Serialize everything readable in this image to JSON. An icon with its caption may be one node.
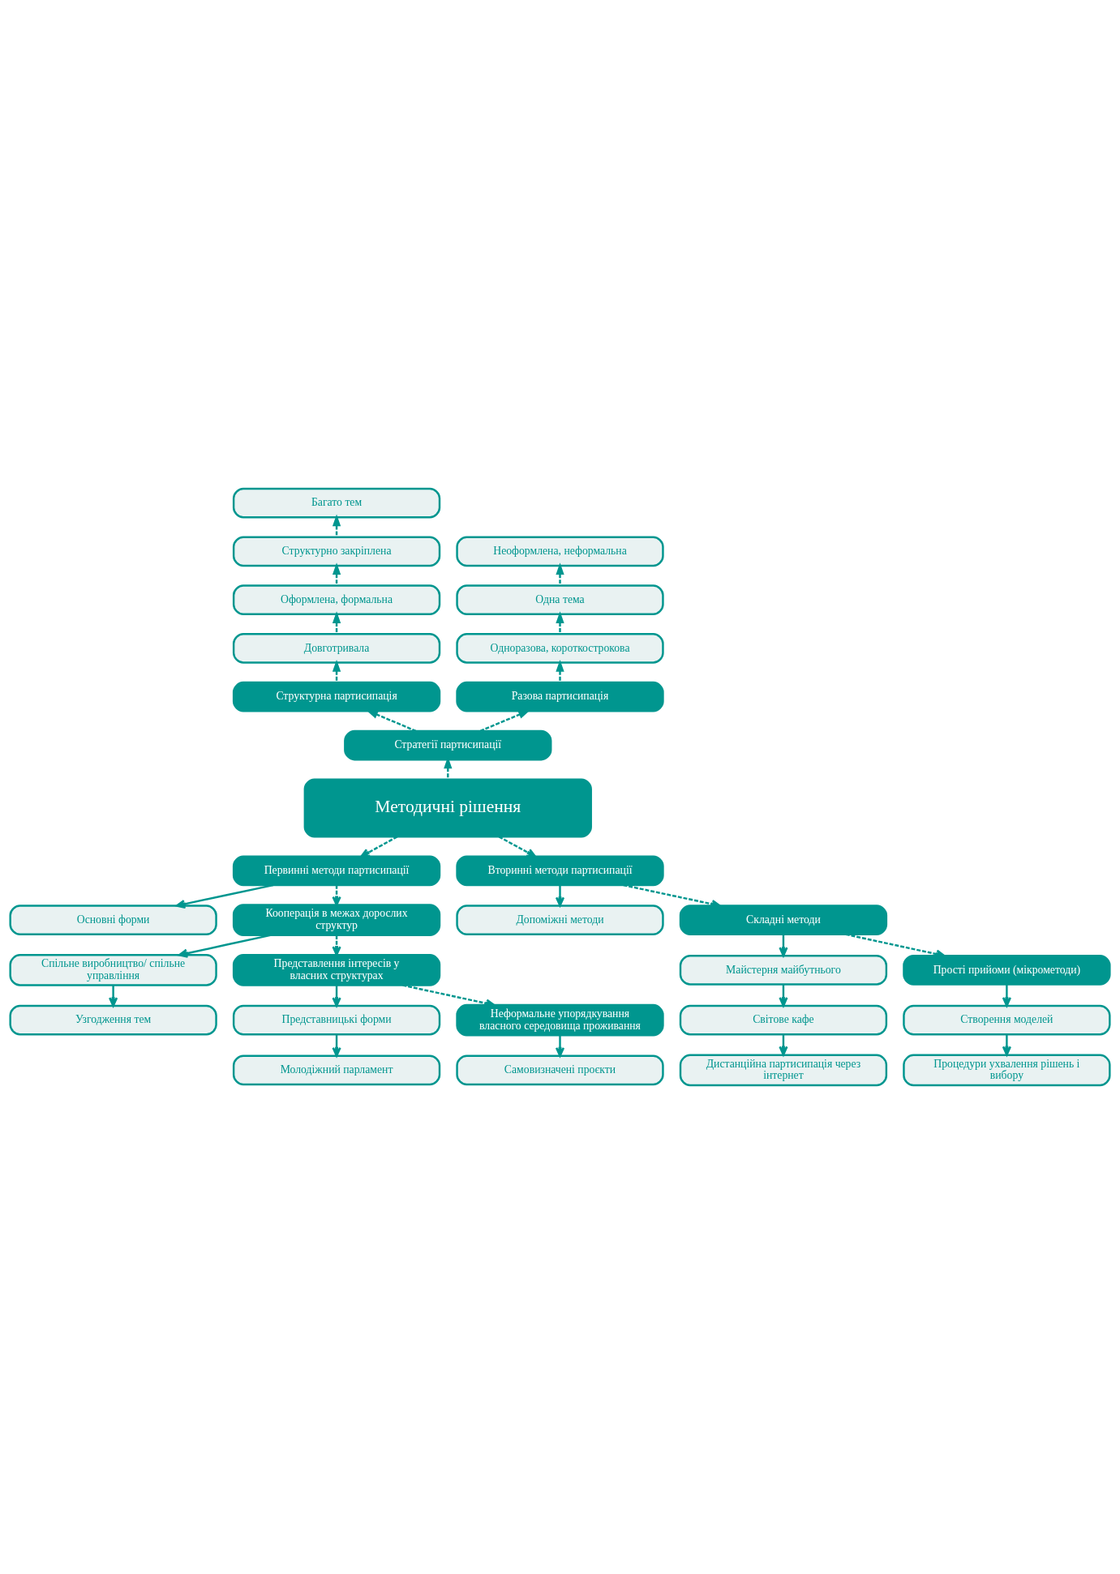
{
  "diagram": {
    "nodes": [
      {
        "text": [
          "Багато тем"
        ]
      },
      {
        "text": [
          "Структурно закріплена"
        ]
      },
      {
        "text": [
          "Оформлена, формальна"
        ]
      },
      {
        "text": [
          "Довготривала"
        ]
      },
      {
        "text": [
          "Структурна партисипація"
        ]
      },
      {
        "text": [
          "Неоформлена, неформальна"
        ]
      },
      {
        "text": [
          "Одна тема"
        ]
      },
      {
        "text": [
          "Одноразова, короткострокова"
        ]
      },
      {
        "text": [
          "Разова партисипація"
        ]
      },
      {
        "text": [
          "Стратегії партисипації"
        ]
      },
      {
        "text": [
          "Методичні рішення"
        ]
      },
      {
        "text": [
          "Первинні методи партисипації"
        ]
      },
      {
        "text": [
          "Основні форми"
        ]
      },
      {
        "text": [
          "Кооперація в межах дорослих структур"
        ]
      },
      {
        "text": [
          "Спільне виробництво/ спільне управління"
        ]
      },
      {
        "text": [
          "Узгодження тем"
        ]
      },
      {
        "text": [
          "Представлення інтересів у власних структурах"
        ]
      },
      {
        "text": [
          "Представницькі форми"
        ]
      },
      {
        "text": [
          "Молодіжний парламент"
        ]
      },
      {
        "text": [
          "Неформальне упорядкування власного середовища проживання"
        ]
      },
      {
        "text": [
          "Самовизначені проєкти"
        ]
      },
      {
        "text": [
          "Вторинні методи партисипації"
        ]
      },
      {
        "text": [
          "Допоміжні методи"
        ]
      },
      {
        "text": [
          "Складні методи"
        ]
      },
      {
        "text": [
          "Майстерня майбутнього"
        ]
      },
      {
        "text": [
          "Світове кафе"
        ]
      },
      {
        "text": [
          "Дистанційна партисипація через інтернет"
        ]
      },
      {
        "text": [
          "Прості прийоми (мікрометоди)"
        ]
      },
      {
        "text": [
          "Створення моделей"
        ]
      },
      {
        "text": [
          "Процедури ухвалення рішень і вибору"
        ]
      }
    ],
    "edges": [
      {
        "from": 4,
        "to": 3,
        "arrow": "to",
        "style": "dashed"
      },
      {
        "from": 3,
        "to": 2,
        "arrow": "to",
        "style": "dashed"
      },
      {
        "from": 2,
        "to": 1,
        "arrow": "to",
        "style": "dashed"
      },
      {
        "from": 1,
        "to": 0,
        "arrow": "to",
        "style": "dashed"
      },
      {
        "from": 8,
        "to": 7,
        "arrow": "to",
        "style": "dashed"
      },
      {
        "from": 7,
        "to": 6,
        "arrow": "to",
        "style": "dashed"
      },
      {
        "from": 6,
        "to": 5,
        "arrow": "to",
        "style": "dashed"
      },
      {
        "from": 9,
        "to": 4,
        "arrow": "to",
        "style": "dashed"
      },
      {
        "from": 9,
        "to": 8,
        "arrow": "to",
        "style": "dashed"
      },
      {
        "from": 10,
        "to": 9,
        "arrow": "to",
        "style": "dashed"
      },
      {
        "from": 10,
        "to": 11,
        "arrow": "to",
        "style": "dashed"
      },
      {
        "from": 10,
        "to": 21,
        "arrow": "to",
        "style": "dashed"
      },
      {
        "from": 11,
        "to": 12,
        "arrow": "to"
      },
      {
        "from": 11,
        "to": 13,
        "arrow": "to",
        "style": "dashed"
      },
      {
        "from": 13,
        "to": 14,
        "arrow": "to"
      },
      {
        "from": 14,
        "to": 15,
        "arrow": "to"
      },
      {
        "from": 13,
        "to": 16,
        "arrow": "to",
        "style": "dashed"
      },
      {
        "from": 16,
        "to": 17,
        "arrow": "to"
      },
      {
        "from": 17,
        "to": 18,
        "arrow": "to"
      },
      {
        "from": 16,
        "to": 19,
        "arrow": "to",
        "style": "dashed"
      },
      {
        "from": 19,
        "to": 20,
        "arrow": "to"
      },
      {
        "from": 21,
        "to": 22,
        "arrow": "to"
      },
      {
        "from": 21,
        "to": 23,
        "arrow": "to",
        "style": "dashed"
      },
      {
        "from": 23,
        "to": 24,
        "arrow": "to"
      },
      {
        "from": 24,
        "to": 25,
        "arrow": "to"
      },
      {
        "from": 25,
        "to": 26,
        "arrow": "to"
      },
      {
        "from": 23,
        "to": 27,
        "arrow": "to",
        "style": "dashed"
      },
      {
        "from": 27,
        "to": 28,
        "arrow": "to"
      },
      {
        "from": 28,
        "to": 29,
        "arrow": "to"
      }
    ]
  }
}
